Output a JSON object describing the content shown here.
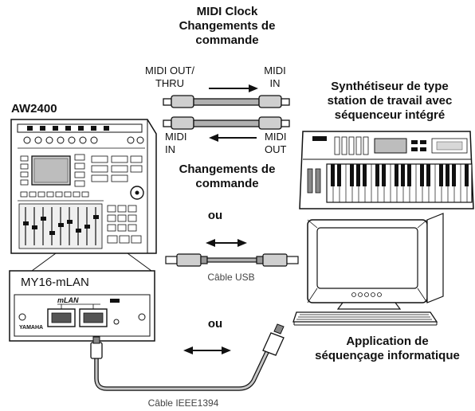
{
  "header": {
    "midi_clock": "MIDI Clock",
    "cc_top_1": "Changements de",
    "cc_top_2": "commande"
  },
  "ports": {
    "midi_out_thru_1": "MIDI OUT/",
    "midi_out_thru_2": "THRU",
    "midi_in_top_1": "MIDI",
    "midi_in_top_2": "IN",
    "midi_in_bottom_1": "MIDI",
    "midi_in_bottom_2": "IN",
    "midi_out_bottom_1": "MIDI",
    "midi_out_bottom_2": "OUT"
  },
  "cc_bottom": {
    "line1": "Changements de",
    "line2": "commande"
  },
  "devices": {
    "recorder": "AW2400",
    "card": "MY16-mLAN",
    "card_logo": "mLAN",
    "card_brand": "YAMAHA",
    "synth_1": "Synthétiseur de type",
    "synth_2": "station de travail avec",
    "synth_3": "séquenceur intégré",
    "app_1": "Application de",
    "app_2": "séquençage informatique"
  },
  "connectors": {
    "or_1": "ou",
    "or_2": "ou",
    "usb_cable": "Câble USB",
    "ieee_cable": "Câble IEEE1394"
  },
  "colors": {
    "line": "#111111",
    "device_fill": "#ffffff",
    "cable_gray": "#b8b8b8",
    "dark_gray": "#777777"
  }
}
